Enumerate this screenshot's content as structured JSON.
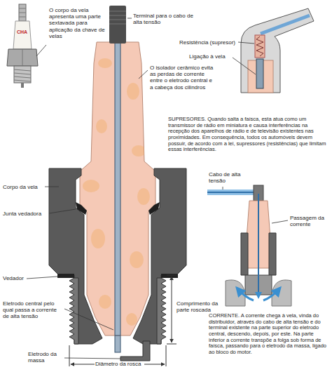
{
  "diagram": {
    "labels": [
      "O corpo da vela apresenta uma parte sextavada para aplicação da chave de velas",
      "Terminal para o cabo de alta tensão",
      "O isolador cerâmico evita as perdas de corrente entre o eletrodo central e a cabeça dos cilindros",
      "Resistência (supresor)",
      "Ligação à vela",
      "SUPRESORES. Quando salta a faísca, esta atua como um transmissor de rádio em miniatura e causa interferências na recepção dos aparelhos de rádio e de televisão existentes nas proximidades. Em consequência, todos os automóveis devem possuir, de acordo com a lei, supressores (resistências) que limitam essas interferências.",
      "Corpo da vela",
      "Junta vedadora",
      "Cabo de alta tensão",
      "Passagem da corrente",
      "Vedador",
      "Eletrodo central pelo qual passa a corrente de alta tensão",
      "Comprimento da parte roscada",
      "Eletrodo da massa",
      "Diâmetro da rosca",
      "CORRENTE. A corrente chega à vela, vinda do distribuidor, através do cabo de alta tensão e do terminal existente na parte superior do eletrodo central, descendo, depois, por este. Na parte inferior a corrente transpõe a folga sob forma de faísca, passando para o eletrodo da massa, ligado ao bloco do motor.",
      "CHA"
    ]
  }
}
